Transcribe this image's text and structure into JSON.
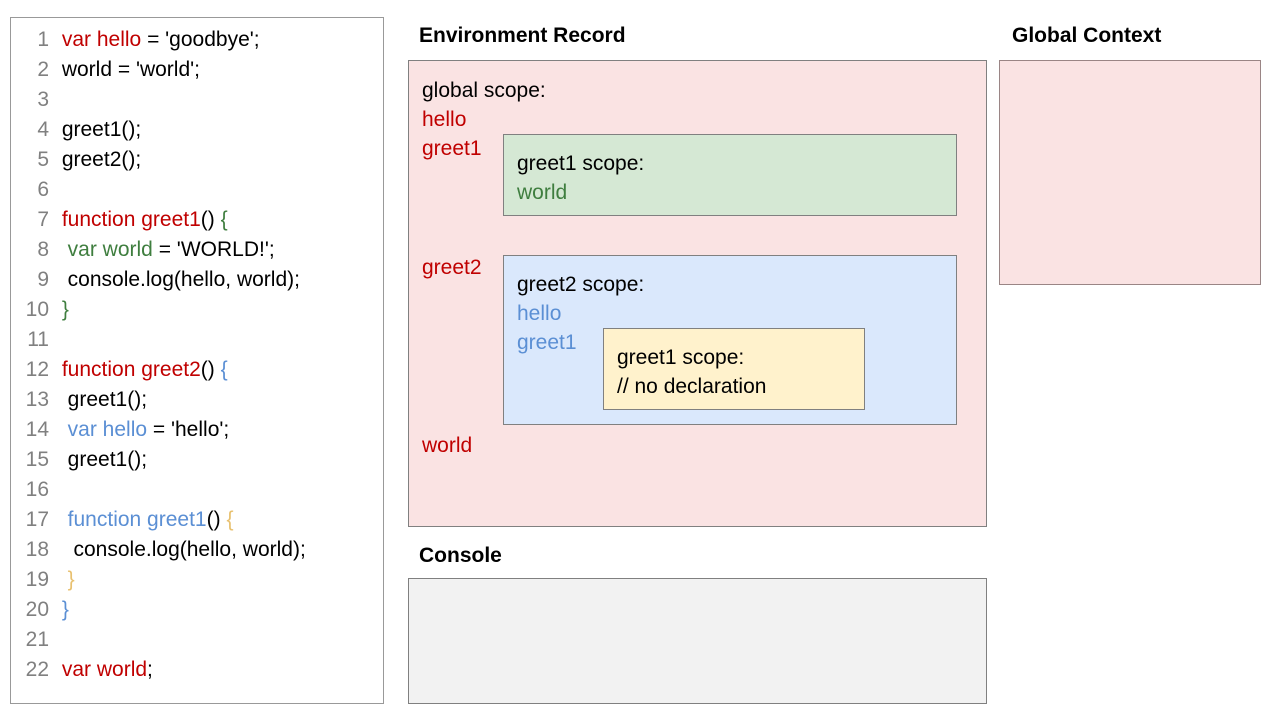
{
  "code_panel": {
    "name": "javascript-source-code",
    "lines": [
      {
        "n": "1",
        "tokens": [
          {
            "t": " ",
            "c": "plain"
          },
          {
            "t": "var hello",
            "c": "red"
          },
          {
            "t": " = 'goodbye';",
            "c": "plain"
          }
        ]
      },
      {
        "n": "2",
        "tokens": [
          {
            "t": " world = 'world';",
            "c": "plain"
          }
        ]
      },
      {
        "n": "3",
        "tokens": [
          {
            "t": "",
            "c": "plain"
          }
        ]
      },
      {
        "n": "4",
        "tokens": [
          {
            "t": " greet1();",
            "c": "plain"
          }
        ]
      },
      {
        "n": "5",
        "tokens": [
          {
            "t": " greet2();",
            "c": "plain"
          }
        ]
      },
      {
        "n": "6",
        "tokens": [
          {
            "t": "",
            "c": "plain"
          }
        ]
      },
      {
        "n": "7",
        "tokens": [
          {
            "t": " ",
            "c": "plain"
          },
          {
            "t": "function greet1",
            "c": "red"
          },
          {
            "t": "() ",
            "c": "plain"
          },
          {
            "t": "{",
            "c": "green"
          }
        ]
      },
      {
        "n": "8",
        "tokens": [
          {
            "t": "  ",
            "c": "plain"
          },
          {
            "t": "var world",
            "c": "green"
          },
          {
            "t": " = 'WORLD!';",
            "c": "plain"
          }
        ]
      },
      {
        "n": "9",
        "tokens": [
          {
            "t": "  console.log(hello, world);",
            "c": "plain"
          }
        ]
      },
      {
        "n": "10",
        "tokens": [
          {
            "t": " ",
            "c": "plain"
          },
          {
            "t": "}",
            "c": "green"
          }
        ]
      },
      {
        "n": "11",
        "tokens": [
          {
            "t": "",
            "c": "plain"
          }
        ]
      },
      {
        "n": "12",
        "tokens": [
          {
            "t": " ",
            "c": "plain"
          },
          {
            "t": "function greet2",
            "c": "red"
          },
          {
            "t": "() ",
            "c": "plain"
          },
          {
            "t": "{",
            "c": "blue"
          }
        ]
      },
      {
        "n": "13",
        "tokens": [
          {
            "t": "  greet1();",
            "c": "plain"
          }
        ]
      },
      {
        "n": "14",
        "tokens": [
          {
            "t": "  ",
            "c": "plain"
          },
          {
            "t": "var hello",
            "c": "blue"
          },
          {
            "t": " = 'hello';",
            "c": "plain"
          }
        ]
      },
      {
        "n": "15",
        "tokens": [
          {
            "t": "  greet1();",
            "c": "plain"
          }
        ]
      },
      {
        "n": "16",
        "tokens": [
          {
            "t": "",
            "c": "plain"
          }
        ]
      },
      {
        "n": "17",
        "tokens": [
          {
            "t": "  ",
            "c": "plain"
          },
          {
            "t": "function greet1",
            "c": "blue"
          },
          {
            "t": "() ",
            "c": "plain"
          },
          {
            "t": "{",
            "c": "yellow"
          }
        ]
      },
      {
        "n": "18",
        "tokens": [
          {
            "t": "   console.log(hello, world);",
            "c": "plain"
          }
        ]
      },
      {
        "n": "19",
        "tokens": [
          {
            "t": "  ",
            "c": "plain"
          },
          {
            "t": "}",
            "c": "yellow"
          }
        ]
      },
      {
        "n": "20",
        "tokens": [
          {
            "t": " ",
            "c": "plain"
          },
          {
            "t": "}",
            "c": "blue"
          }
        ]
      },
      {
        "n": "21",
        "tokens": [
          {
            "t": "",
            "c": "plain"
          }
        ]
      },
      {
        "n": "22",
        "tokens": [
          {
            "t": " ",
            "c": "plain"
          },
          {
            "t": "var world",
            "c": "red"
          },
          {
            "t": ";",
            "c": "plain"
          }
        ]
      }
    ]
  },
  "environment_record": {
    "title": "Environment Record",
    "global_scope": {
      "heading": "global scope:",
      "bindings": [
        "hello",
        "greet1",
        "greet2",
        "world"
      ]
    },
    "greet1_scope": {
      "heading": "greet1 scope:",
      "bindings": [
        "world"
      ]
    },
    "greet2_scope": {
      "heading": "greet2 scope:",
      "bindings": [
        "hello",
        "greet1"
      ]
    },
    "nested_greet1_scope": {
      "heading": "greet1 scope:",
      "note": "// no declaration"
    }
  },
  "console": {
    "title": "Console",
    "output": ""
  },
  "global_context": {
    "title": "Global Context",
    "content": ""
  },
  "colors": {
    "red": "#C00000",
    "green": "#3F7E3F",
    "blue": "#5B8FD4",
    "yellow": "#E8C170",
    "global_scope_fill": "#FAE3E3",
    "greet1_scope_fill": "#D5E8D4",
    "greet2_scope_fill": "#DAE8FC",
    "nested_scope_fill": "#FFF2CC",
    "console_fill": "#F2F2F2",
    "border": "#808080",
    "lineno": "#808080"
  }
}
